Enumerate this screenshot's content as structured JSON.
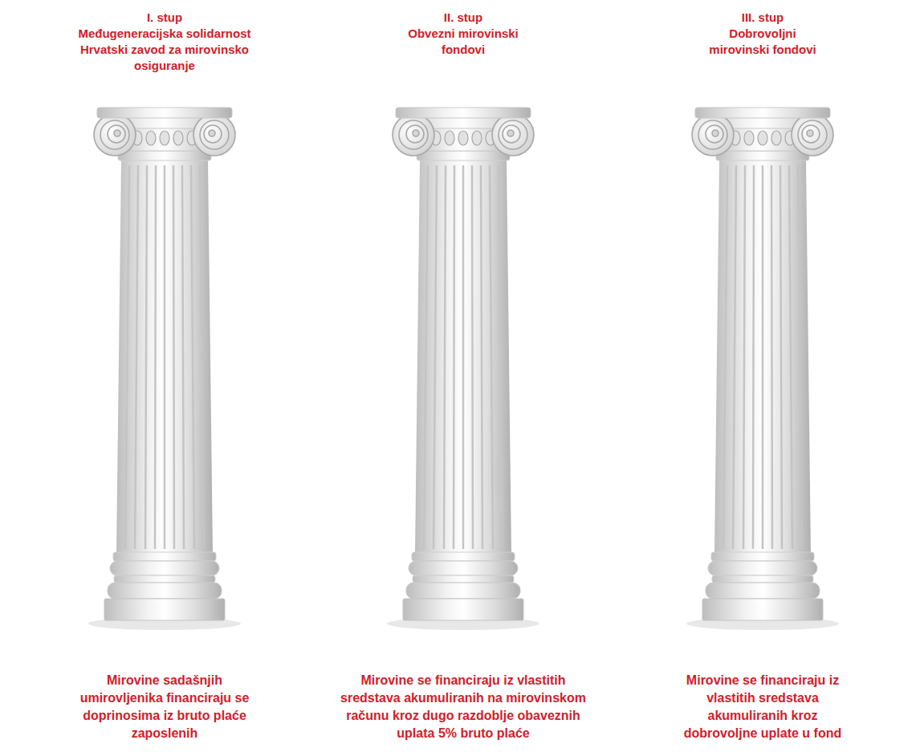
{
  "diagram": {
    "nodes": [
      {
        "text": [
          "I. stup",
          "Međugeneracijska solidarnost Hrvatski zavod za mirovinsko osiguranje",
          "Mirovine sadašnjih umirovljenika financiraju se doprinosima iz bruto plaće zaposlenih"
        ]
      },
      {
        "text": [
          "II. stup",
          "Obvezni mirovinski fondovi",
          "Mirovine se financiraju iz vlastitih sredstava akumuliranih na mirovinskom računu kroz dugo razdoblje obaveznih uplata 5% bruto plaće"
        ]
      },
      {
        "text": [
          "III. stup",
          "Dobrovoljni mirovinski fondovi",
          "Mirovine se financiraju iz vlastitih sredstava akumuliranih kroz dobrovoljne uplate u fond"
        ]
      }
    ]
  }
}
